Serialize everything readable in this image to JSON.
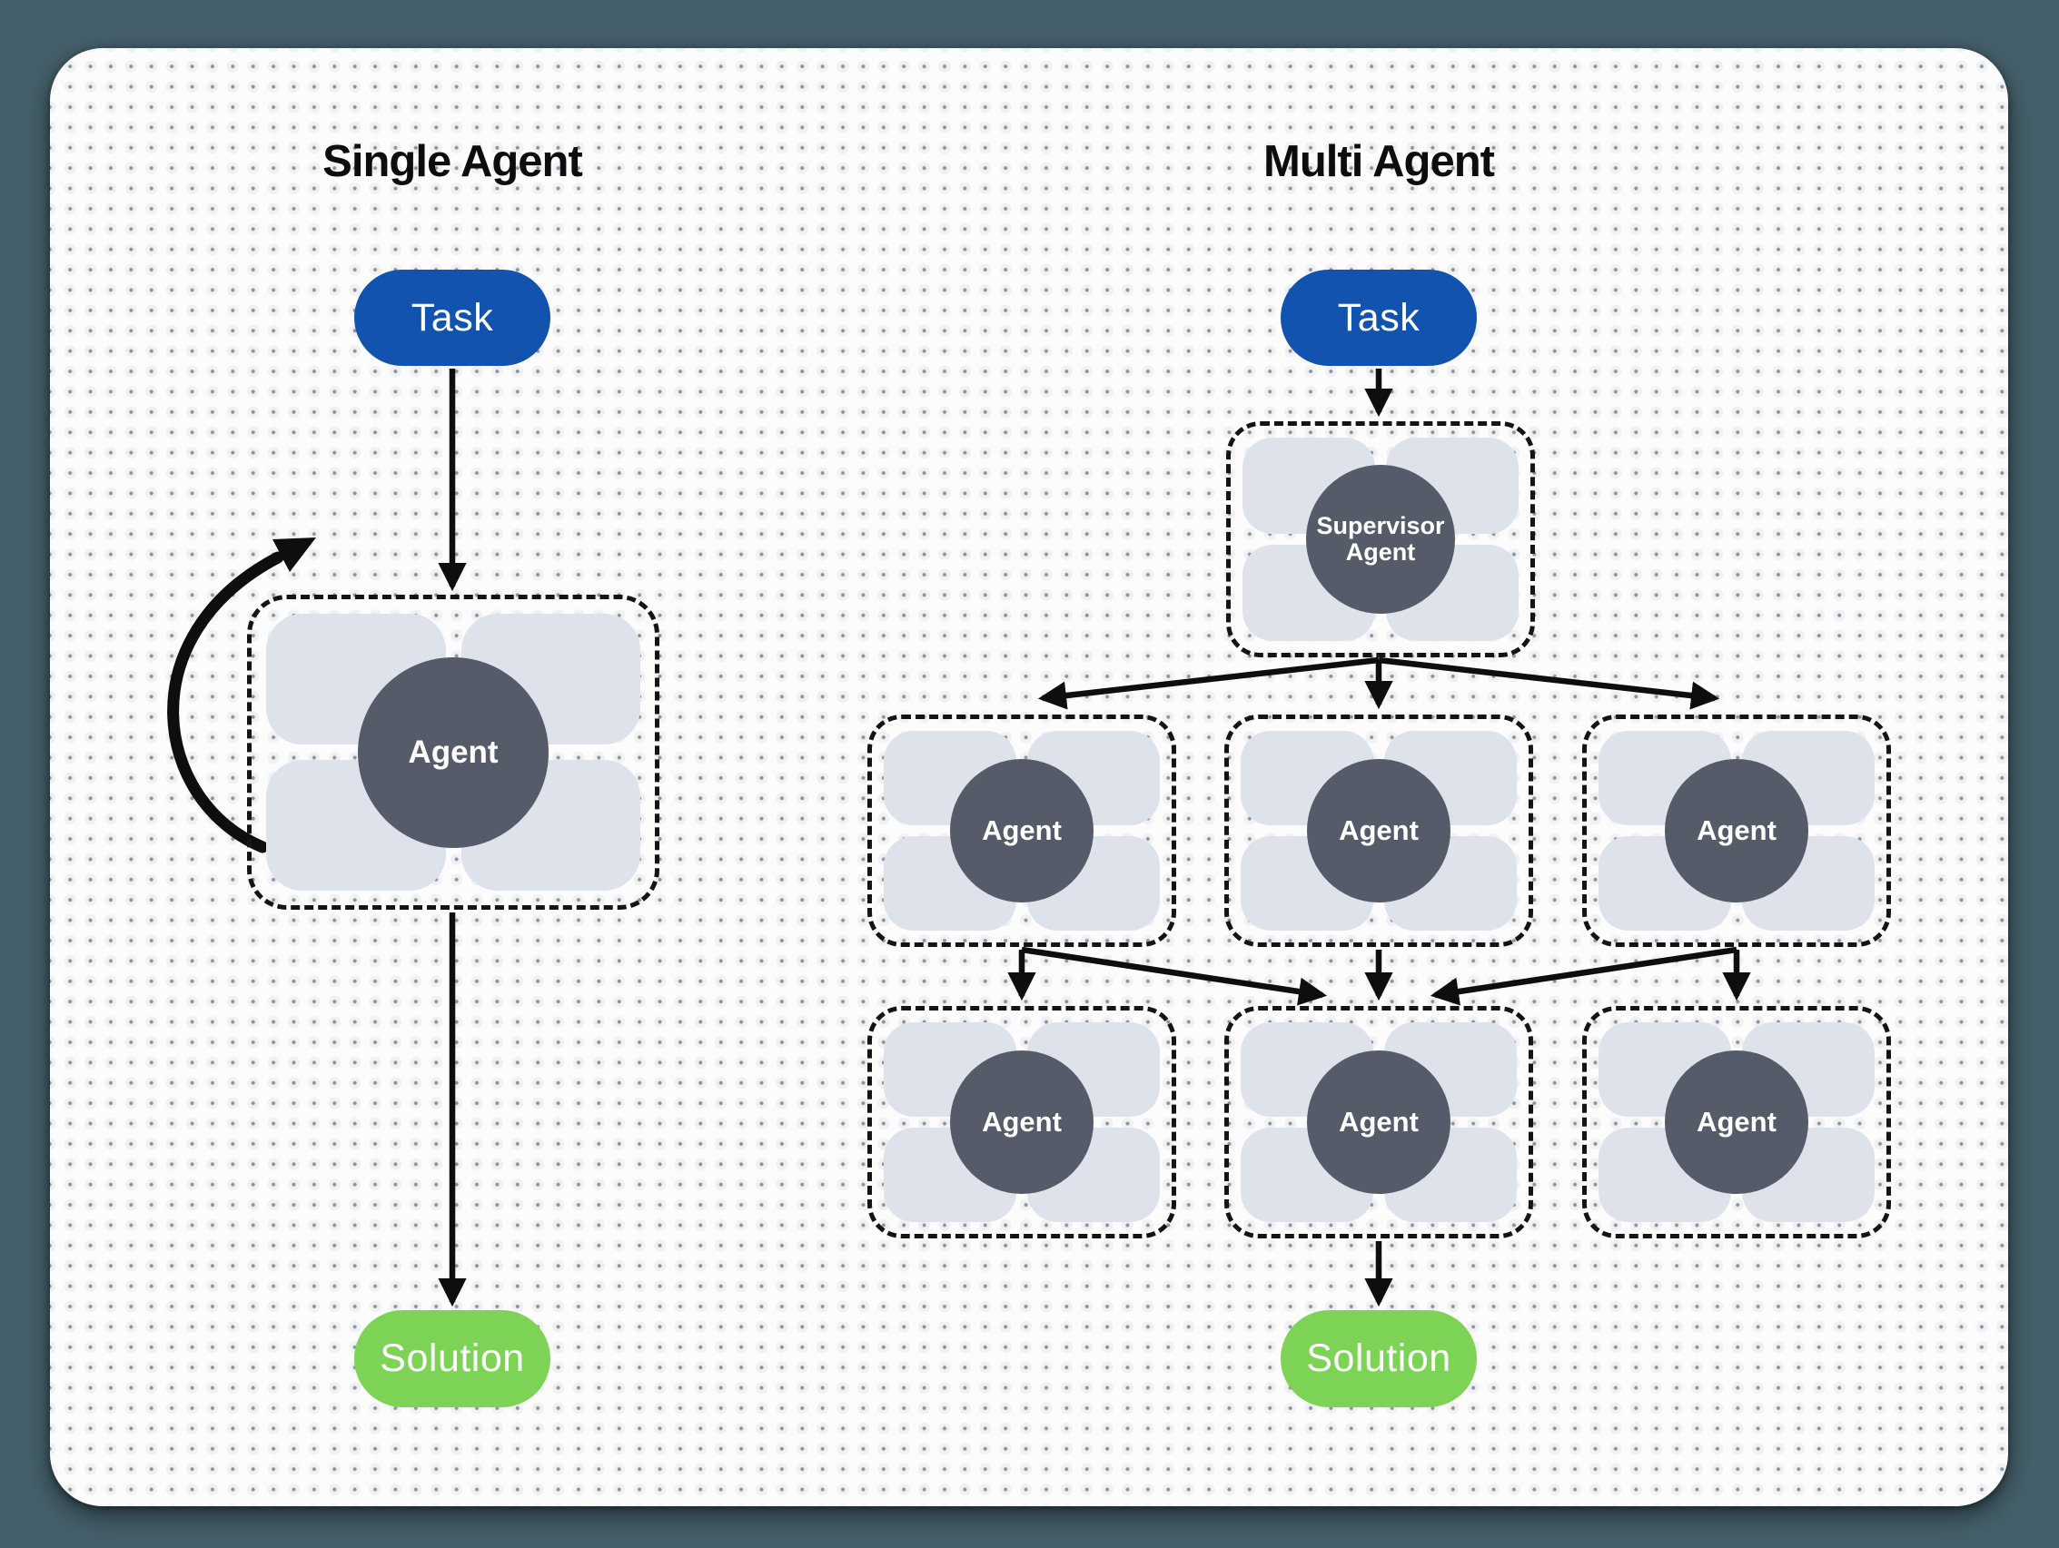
{
  "single_agent": {
    "title": "Single Agent",
    "task_label": "Task",
    "agent_label": "Agent",
    "solution_label": "Solution"
  },
  "multi_agent": {
    "title": "Multi Agent",
    "task_label": "Task",
    "supervisor": {
      "line1": "Supervisor",
      "line2": "Agent"
    },
    "workers_row1": [
      "Agent",
      "Agent",
      "Agent"
    ],
    "workers_row2": [
      "Agent",
      "Agent",
      "Agent"
    ],
    "solution_label": "Solution"
  },
  "colors": {
    "page_background": "#45606B",
    "canvas_background": "#FCFCFD",
    "task_blue": "#1153AE",
    "solution_green": "#7DD355",
    "agent_circle_slate": "#555B68",
    "petal_gray_blue": "#DEE3EB",
    "outline_black": "#141414",
    "title_text": "#0D0D0D",
    "node_label_text": "#FFFFFF"
  }
}
